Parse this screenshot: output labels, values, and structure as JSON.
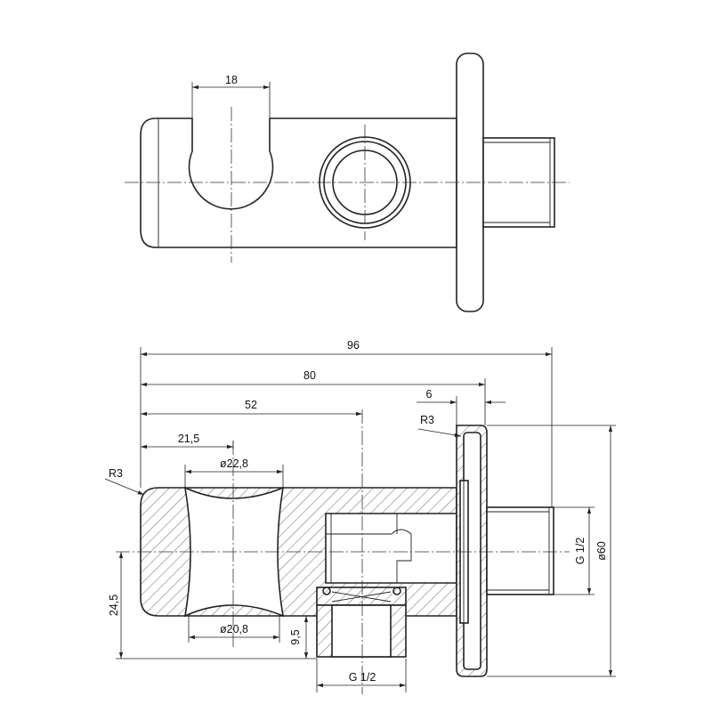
{
  "drawing": {
    "top_view": {
      "dim_width_mouth": "18"
    },
    "section_view": {
      "dim_overall_length": "96",
      "dim_body_length": "80",
      "dim_to_outlet_axis": "52",
      "dim_to_holder_axis": "21,5",
      "dim_flange_thickness": "6",
      "dim_radius_flange": "R3",
      "dim_radius_body": "R3",
      "dim_bore_top": "ø22,8",
      "dim_bore_bottom": "ø20,8",
      "dim_axis_height": "24,5",
      "dim_outlet_step": "9,5",
      "dim_outlet_thread": "G 1/2",
      "dim_inlet_thread": "G 1/2",
      "dim_flange_diameter": "ø60"
    }
  }
}
